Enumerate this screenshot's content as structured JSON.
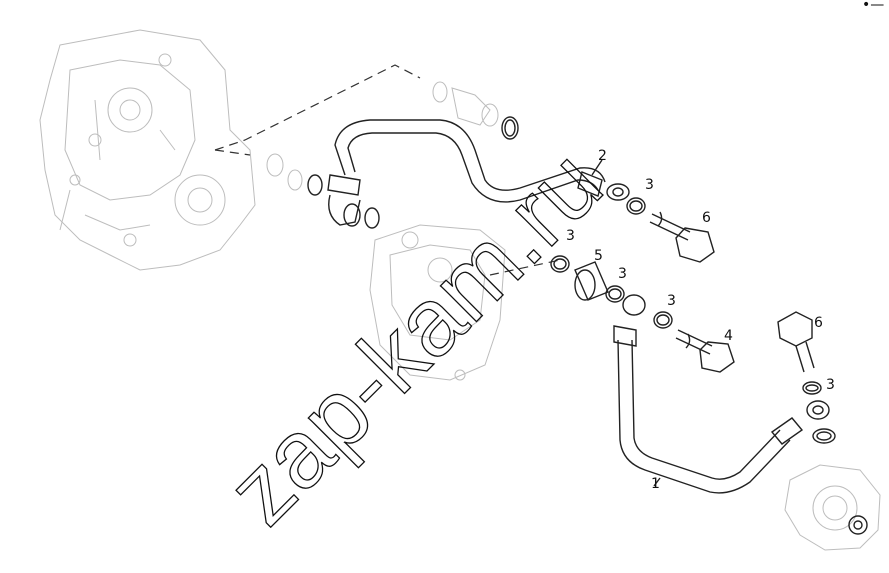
{
  "watermark": "zap-kam.ru",
  "corner_mark": "•— •••",
  "callouts": {
    "c1": "1",
    "c2": "2",
    "c3a": "3",
    "c3b": "3",
    "c3c": "3",
    "c3d": "3",
    "c3e": "3",
    "c4": "4",
    "c5": "5",
    "c6a": "6",
    "c6b": "6"
  },
  "colors": {
    "line": "#222222",
    "ghost": "#bdbdbd",
    "background": "#ffffff"
  }
}
